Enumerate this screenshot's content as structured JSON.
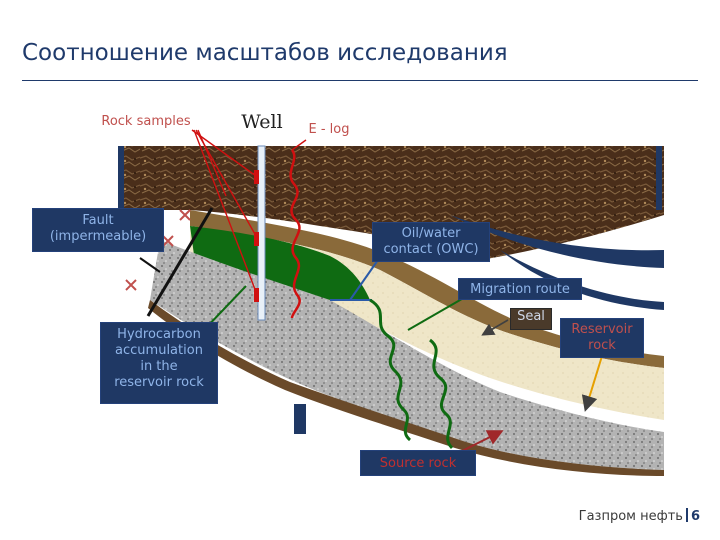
{
  "header": {
    "title": "Соотношение масштабов исследования"
  },
  "labels": {
    "rock_samples": "Rock samples",
    "well": "Well",
    "e_log": "E - log",
    "fault": "Fault\n(impermeable)",
    "owc": "Oil/water\ncontact (OWC)",
    "migration": "Migration route",
    "seal": "Seal",
    "reservoir": "Reservoir\nrock",
    "hydrocarbon": "Hydrocarbon\naccumulation\nin the\nreservoir rock",
    "source": "Source rock"
  },
  "footer": {
    "company": "Газпром нефть",
    "page": "6"
  },
  "colors": {
    "title": "#1f3a6b",
    "label_box": "#1f3864",
    "label_text": "#8fb4e8",
    "red_label": "#c0504d",
    "oil": "#0f6b12",
    "reservoir_layer": "#efe6c8",
    "seal_layer": "#8a6a3a",
    "source_layer": "#a0a0a0"
  }
}
